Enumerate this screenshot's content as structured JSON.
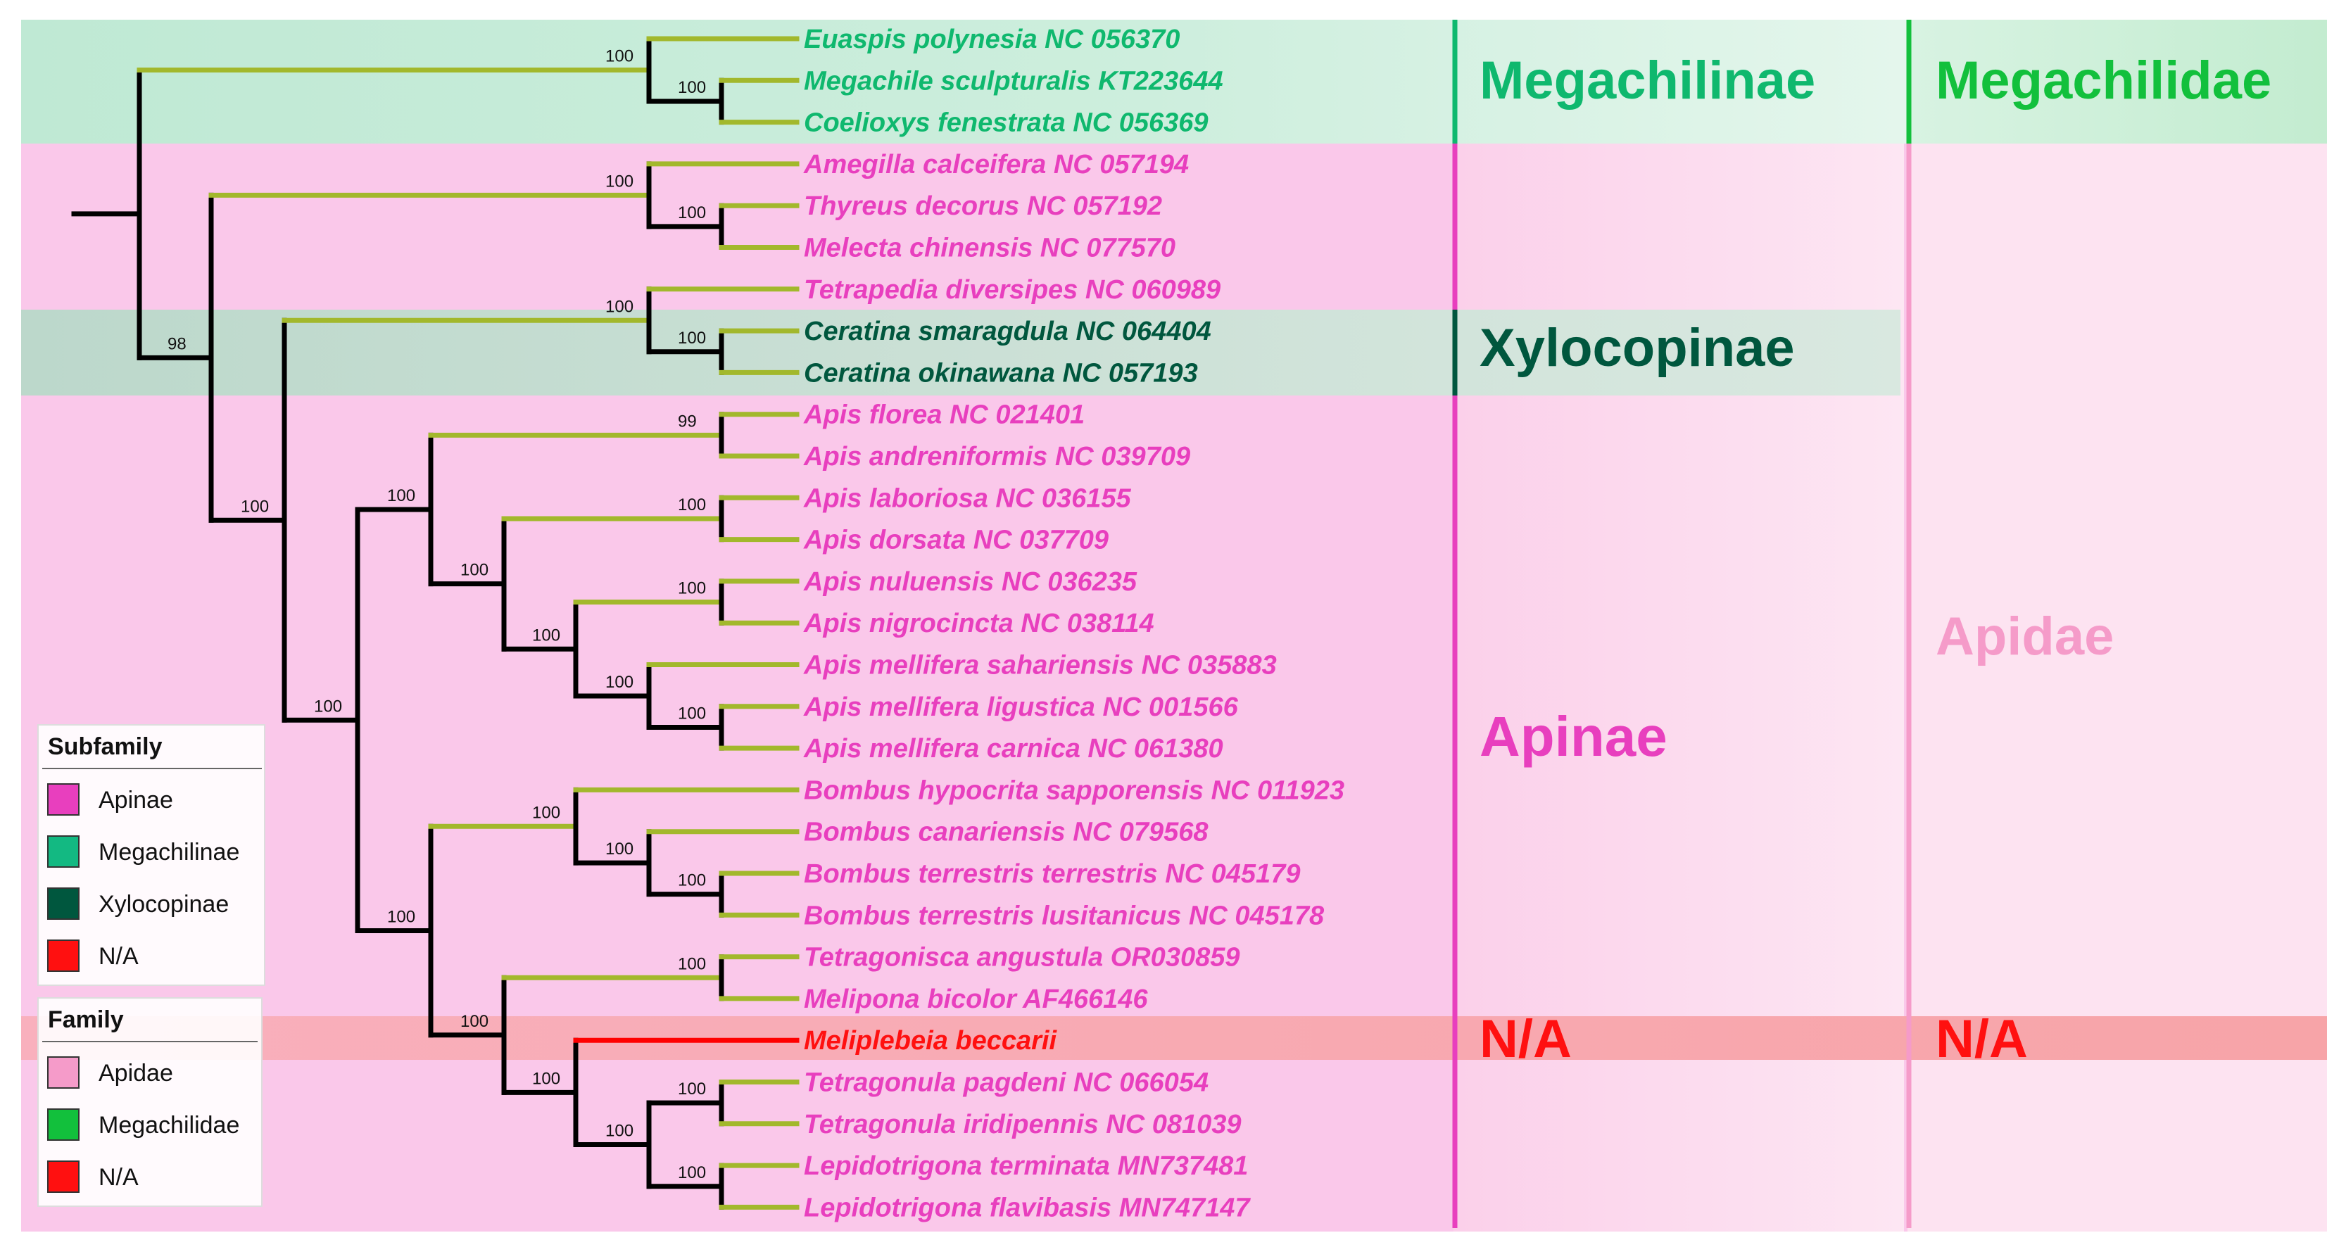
{
  "colors": {
    "apinae": "#e83fbe",
    "megachilinae": "#0fb86e",
    "xylocopinae": "#00573e",
    "na": "#ff1010",
    "apidae": "#f59bc9",
    "megachilidae": "#12c03c",
    "branch_terminal": "#a2b82c",
    "branch_internal": "#000000",
    "branch_na": "#ff0000"
  },
  "taxa": [
    {
      "label": "Euaspis polynesia NC 056370",
      "group": "megachilinae"
    },
    {
      "label": "Megachile sculpturalis KT223644",
      "group": "megachilinae"
    },
    {
      "label": "Coelioxys fenestrata NC 056369",
      "group": "megachilinae"
    },
    {
      "label": "Amegilla calceifera NC 057194",
      "group": "apinae"
    },
    {
      "label": "Thyreus decorus NC 057192",
      "group": "apinae"
    },
    {
      "label": "Melecta chinensis NC 077570",
      "group": "apinae"
    },
    {
      "label": "Tetrapedia diversipes NC 060989",
      "group": "apinae"
    },
    {
      "label": "Ceratina smaragdula NC 064404",
      "group": "xylocopinae"
    },
    {
      "label": "Ceratina okinawana NC 057193",
      "group": "xylocopinae"
    },
    {
      "label": "Apis florea NC 021401",
      "group": "apinae"
    },
    {
      "label": "Apis andreniformis NC 039709",
      "group": "apinae"
    },
    {
      "label": "Apis laboriosa NC 036155",
      "group": "apinae"
    },
    {
      "label": "Apis dorsata NC 037709",
      "group": "apinae"
    },
    {
      "label": "Apis nuluensis NC 036235",
      "group": "apinae"
    },
    {
      "label": "Apis nigrocincta NC 038114",
      "group": "apinae"
    },
    {
      "label": "Apis mellifera sahariensis NC 035883",
      "group": "apinae"
    },
    {
      "label": "Apis mellifera ligustica NC 001566",
      "group": "apinae"
    },
    {
      "label": "Apis mellifera carnica NC 061380",
      "group": "apinae"
    },
    {
      "label": "Bombus hypocrita sapporensis NC 011923",
      "group": "apinae"
    },
    {
      "label": "Bombus canariensis NC 079568",
      "group": "apinae"
    },
    {
      "label": "Bombus terrestris terrestris NC 045179",
      "group": "apinae"
    },
    {
      "label": "Bombus terrestris lusitanicus NC 045178",
      "group": "apinae"
    },
    {
      "label": "Tetragonisca angustula OR030859",
      "group": "apinae"
    },
    {
      "label": "Melipona bicolor AF466146",
      "group": "apinae"
    },
    {
      "label": "Meliplebeia beccarii",
      "group": "na"
    },
    {
      "label": "Tetragonula pagdeni NC 066054",
      "group": "apinae"
    },
    {
      "label": "Tetragonula iridipennis NC 081039",
      "group": "apinae"
    },
    {
      "label": "Lepidotrigona terminata MN737481",
      "group": "apinae"
    },
    {
      "label": "Lepidotrigona flavibasis MN747147",
      "group": "apinae"
    }
  ],
  "support_values": [
    "100",
    "100",
    "98",
    "100",
    "100",
    "100",
    "100",
    "100",
    "100",
    "100",
    "99",
    "100",
    "100",
    "100",
    "100",
    "100",
    "100",
    "100",
    "100",
    "100",
    "100",
    "100",
    "100",
    "100",
    "100",
    "100",
    "100"
  ],
  "subfamily_labels": {
    "megachilinae": "Megachilinae",
    "xylocopinae": "Xylocopinae",
    "apinae": "Apinae",
    "na": "N/A"
  },
  "family_labels": {
    "megachilidae": "Megachilidae",
    "apidae": "Apidae",
    "na": "N/A"
  },
  "legend_subfamily": {
    "title": "Subfamily",
    "items": [
      {
        "label": "Apinae",
        "color": "#e83fbe"
      },
      {
        "label": "Megachilinae",
        "color": "#13b982"
      },
      {
        "label": "Xylocopinae",
        "color": "#00573e"
      },
      {
        "label": "N/A",
        "color": "#ff1010"
      }
    ]
  },
  "legend_family": {
    "title": "Family",
    "items": [
      {
        "label": "Apidae",
        "color": "#f59bc9"
      },
      {
        "label": "Megachilidae",
        "color": "#12c03c"
      },
      {
        "label": "N/A",
        "color": "#ff1010"
      }
    ]
  }
}
